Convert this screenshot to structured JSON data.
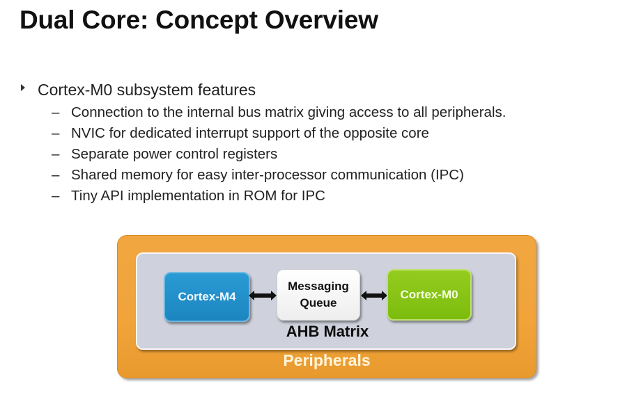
{
  "slide": {
    "title": "Dual Core: Concept Overview"
  },
  "bullets": [
    {
      "text": "Cortex-M0 subsystem features",
      "subitems": [
        "Connection to the internal bus matrix giving access to all peripherals.",
        "NVIC for dedicated interrupt support of the opposite core",
        "Separate power control registers",
        "Shared memory for easy inter-processor communication (IPC)",
        "Tiny API implementation in ROM for IPC"
      ]
    }
  ],
  "sub_bullet_marker": "–",
  "diagram": {
    "outer_label": "Peripherals",
    "inner_label": "AHB Matrix",
    "left_core": "Cortex-M4",
    "queue_line1": "Messaging",
    "queue_line2": "Queue",
    "right_core": "Cortex-M0",
    "colors": {
      "peripherals": "#f0a43a",
      "ahb_matrix": "#cfd1dd",
      "cortex_m4": "#1c85c0",
      "cortex_m0": "#7cbc0e",
      "queue": "#f4f4f4"
    }
  }
}
